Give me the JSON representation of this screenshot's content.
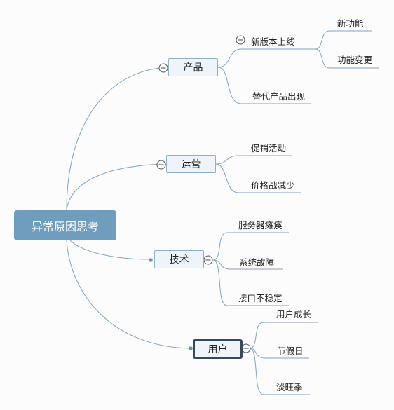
{
  "root": {
    "label": "异常原因思考"
  },
  "branches": [
    {
      "label": "产品",
      "collapsed": false,
      "children": [
        {
          "label": "新版本上线",
          "children": [
            {
              "label": "新功能"
            },
            {
              "label": "功能变更"
            }
          ]
        },
        {
          "label": "替代产品出现"
        }
      ]
    },
    {
      "label": "运营",
      "collapsed": false,
      "children": [
        {
          "label": "促销活动"
        },
        {
          "label": "价格战减少"
        }
      ]
    },
    {
      "label": "技术",
      "collapsed": false,
      "children": [
        {
          "label": "服务器瘫痪"
        },
        {
          "label": "系统故障"
        },
        {
          "label": "接口不稳定"
        }
      ]
    },
    {
      "label": "用户",
      "collapsed": false,
      "selected": true,
      "children": [
        {
          "label": "用户成长"
        },
        {
          "label": "节假日"
        },
        {
          "label": "淡旺季"
        }
      ]
    }
  ],
  "colors": {
    "root_fill": "#6f9dbd",
    "node_fill": "#eef4f9",
    "line": "#7fa4c3",
    "selected_border": "#34495e"
  }
}
